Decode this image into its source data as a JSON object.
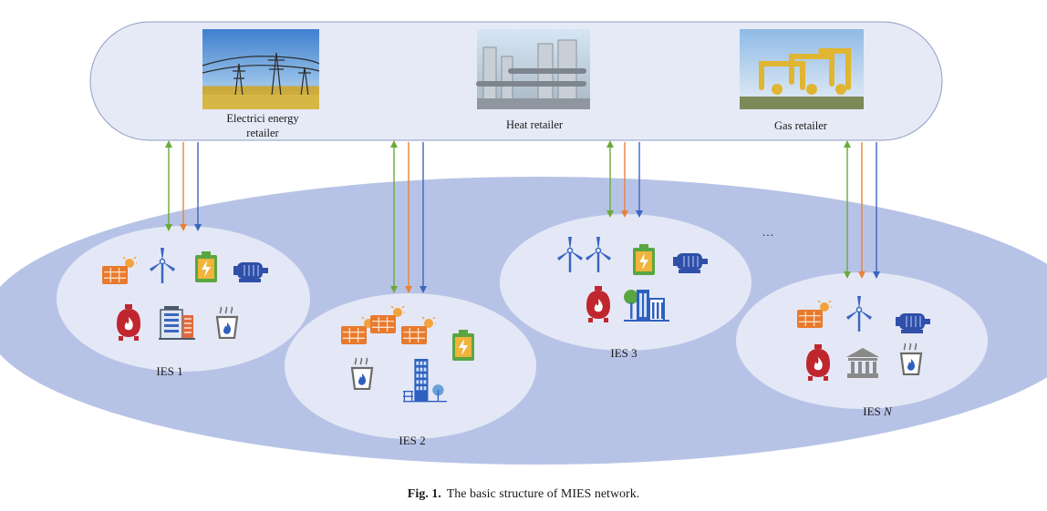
{
  "retailers": [
    {
      "label_line1": "Electrici energy",
      "label_line2": "retailer"
    },
    {
      "label_line1": "Heat retailer",
      "label_line2": ""
    },
    {
      "label_line1": "Gas retailer",
      "label_line2": ""
    }
  ],
  "ies_labels": [
    "IES 1",
    "IES 2",
    "IES 3"
  ],
  "ies_n": {
    "prefix": "IES ",
    "suffix": "N"
  },
  "ellipsis": "…",
  "caption": {
    "fig": "Fig. 1.",
    "text": "The basic structure of MIES network."
  },
  "colors": {
    "arrow_green": "#6aaa3a",
    "arrow_orange": "#e8823a",
    "arrow_blue": "#3a66c0",
    "network_fill": "#b7c3e6",
    "cluster_fill": "#e4e8f6",
    "retailer_band": "#e6eaf7"
  },
  "icons": {
    "ies1": [
      "solar-panel-icon",
      "wind-turbine-icon",
      "battery-icon",
      "generator-icon",
      "gas-tank-icon",
      "office-building-icon",
      "power-plant-icon"
    ],
    "ies2": [
      "solar-panel-icon",
      "battery-icon",
      "power-plant-icon",
      "office-building-icon"
    ],
    "ies3": [
      "wind-turbine-icon",
      "battery-icon",
      "generator-icon",
      "gas-tank-icon",
      "office-building-icon"
    ],
    "iesN": [
      "solar-panel-icon",
      "wind-turbine-icon",
      "generator-icon",
      "gas-tank-icon",
      "bank-building-icon",
      "power-plant-icon"
    ]
  }
}
